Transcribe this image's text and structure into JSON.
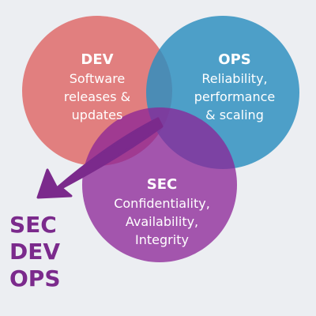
{
  "colors": {
    "background": "#eceef2",
    "dev": "#e07676",
    "ops": "#2f8fc0",
    "sec": "#8b2597",
    "brand_text": "#7b2a8c"
  },
  "circles": {
    "dev": {
      "heading": "DEV",
      "lines": [
        "Software",
        "releases &",
        "updates"
      ]
    },
    "ops": {
      "heading": "OPS",
      "lines": [
        "Reliability,",
        "performance",
        "& scaling"
      ]
    },
    "sec": {
      "heading": "SEC",
      "lines": [
        "Confidentiality,",
        "Availability,",
        "Integrity"
      ]
    }
  },
  "brand": {
    "lines": [
      "SEC",
      "DEV",
      "OPS"
    ]
  }
}
